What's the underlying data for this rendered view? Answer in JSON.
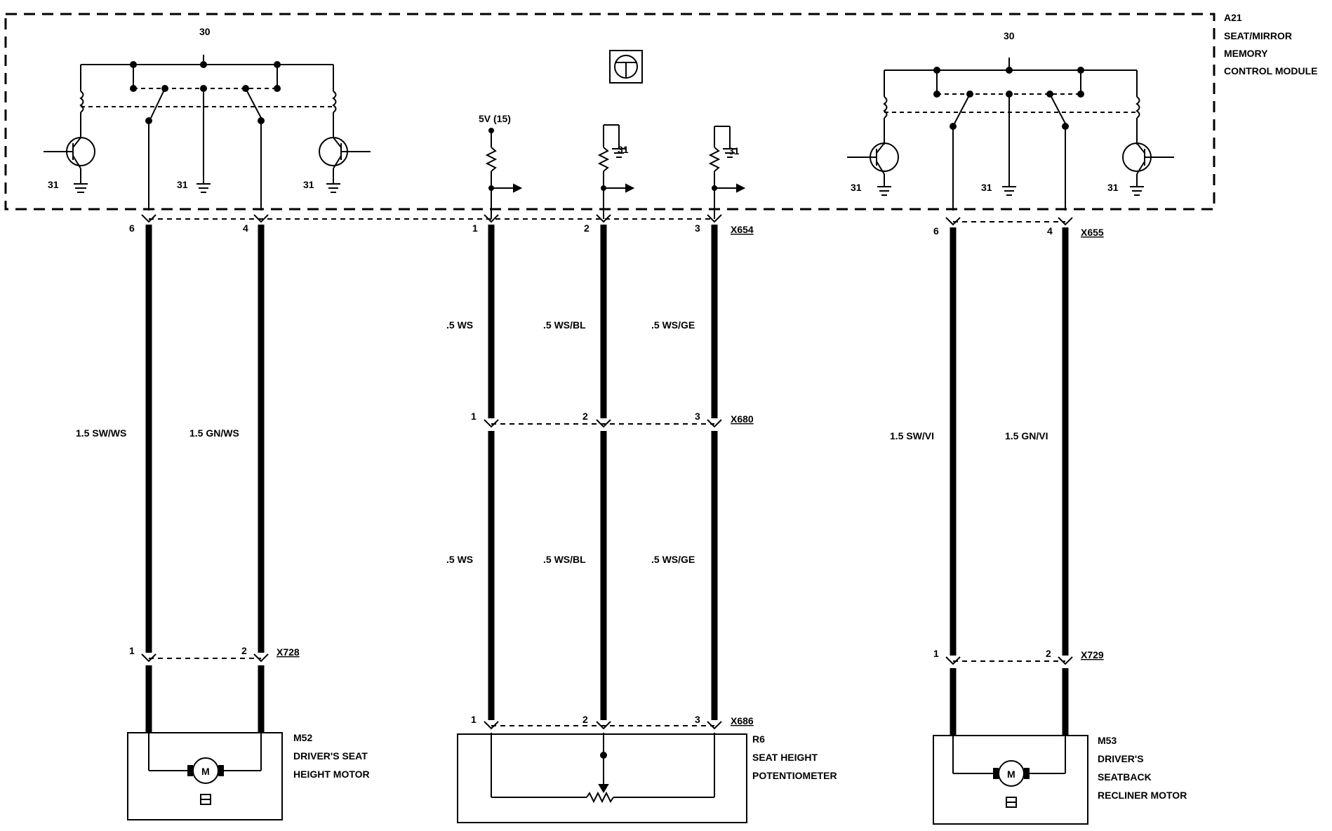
{
  "module": {
    "id": "A21",
    "name_line1": "SEAT/MIRROR",
    "name_line2": "MEMORY",
    "name_line3": "CONTROL MODULE"
  },
  "ground": "31",
  "supply": "30",
  "ref_voltage": "5V (15)",
  "pins": {
    "p1": "1",
    "p2": "2",
    "p3": "3",
    "p4": "4",
    "p6": "6"
  },
  "connectors": {
    "x654": "X654",
    "x655": "X655",
    "x680": "X680",
    "x686": "X686",
    "x728": "X728",
    "x729": "X729"
  },
  "wires": {
    "m52_a": "1.5 SW/WS",
    "m52_b": "1.5 GN/WS",
    "r6_a": ".5 WS",
    "r6_b": ".5 WS/BL",
    "r6_c": ".5 WS/GE",
    "m53_a": "1.5 SW/VI",
    "m53_b": "1.5 GN/VI"
  },
  "components": {
    "m52": {
      "id": "M52",
      "line1": "DRIVER'S SEAT",
      "line2": "HEIGHT MOTOR"
    },
    "r6": {
      "id": "R6",
      "line1": "SEAT HEIGHT",
      "line2": "POTENTIOMETER"
    },
    "m53": {
      "id": "M53",
      "line1": "DRIVER'S",
      "line2": "SEATBACK",
      "line3": "RECLINER MOTOR"
    }
  },
  "motor_glyph": "M"
}
